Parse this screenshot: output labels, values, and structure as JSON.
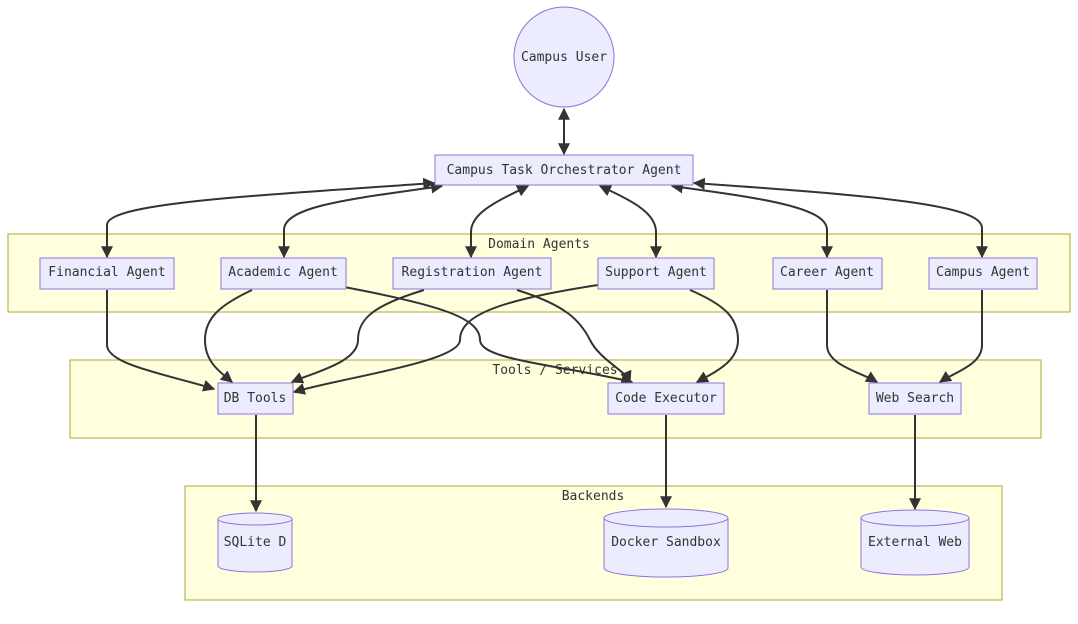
{
  "diagram": {
    "type": "flowchart",
    "colors": {
      "node_fill": "#ececff",
      "node_stroke": "#9370db",
      "cluster_fill": "#ffffde",
      "cluster_stroke": "#aaaa33",
      "edge": "#333333",
      "text": "#333333"
    },
    "clusters": {
      "domain": {
        "label": "Domain Agents"
      },
      "tools": {
        "label": "Tools / Services"
      },
      "backends": {
        "label": "Backends"
      }
    },
    "nodes": {
      "user": {
        "label": "Campus User",
        "shape": "circle"
      },
      "orchestrator": {
        "label": "Campus Task Orchestrator Agent",
        "shape": "rect"
      },
      "financial": {
        "label": "Financial Agent",
        "shape": "rect"
      },
      "academic": {
        "label": "Academic Agent",
        "shape": "rect"
      },
      "registration": {
        "label": "Registration Agent",
        "shape": "rect"
      },
      "support": {
        "label": "Support Agent",
        "shape": "rect"
      },
      "career": {
        "label": "Career Agent",
        "shape": "rect"
      },
      "campus": {
        "label": "Campus Agent",
        "shape": "rect"
      },
      "dbtools": {
        "label": "DB Tools",
        "shape": "rect"
      },
      "codeexec": {
        "label": "Code Executor",
        "shape": "rect"
      },
      "websearch": {
        "label": "Web Search",
        "shape": "rect"
      },
      "sqlite": {
        "label": "SQLite D",
        "shape": "cylinder"
      },
      "docker": {
        "label": "Docker Sandbox",
        "shape": "cylinder"
      },
      "externalweb": {
        "label": "External Web",
        "shape": "cylinder"
      }
    },
    "edges": [
      {
        "from": "user",
        "to": "orchestrator",
        "direction": "both"
      },
      {
        "from": "orchestrator",
        "to": "financial",
        "direction": "both"
      },
      {
        "from": "orchestrator",
        "to": "academic",
        "direction": "both"
      },
      {
        "from": "orchestrator",
        "to": "registration",
        "direction": "both"
      },
      {
        "from": "orchestrator",
        "to": "support",
        "direction": "both"
      },
      {
        "from": "orchestrator",
        "to": "career",
        "direction": "both"
      },
      {
        "from": "orchestrator",
        "to": "campus",
        "direction": "both"
      },
      {
        "from": "financial",
        "to": "dbtools",
        "direction": "forward"
      },
      {
        "from": "academic",
        "to": "dbtools",
        "direction": "forward"
      },
      {
        "from": "academic",
        "to": "codeexec",
        "direction": "forward"
      },
      {
        "from": "registration",
        "to": "dbtools",
        "direction": "forward"
      },
      {
        "from": "registration",
        "to": "codeexec",
        "direction": "forward"
      },
      {
        "from": "support",
        "to": "dbtools",
        "direction": "forward"
      },
      {
        "from": "support",
        "to": "codeexec",
        "direction": "forward"
      },
      {
        "from": "career",
        "to": "websearch",
        "direction": "forward"
      },
      {
        "from": "campus",
        "to": "websearch",
        "direction": "forward"
      },
      {
        "from": "dbtools",
        "to": "sqlite",
        "direction": "forward"
      },
      {
        "from": "codeexec",
        "to": "docker",
        "direction": "forward"
      },
      {
        "from": "websearch",
        "to": "externalweb",
        "direction": "forward"
      }
    ]
  }
}
